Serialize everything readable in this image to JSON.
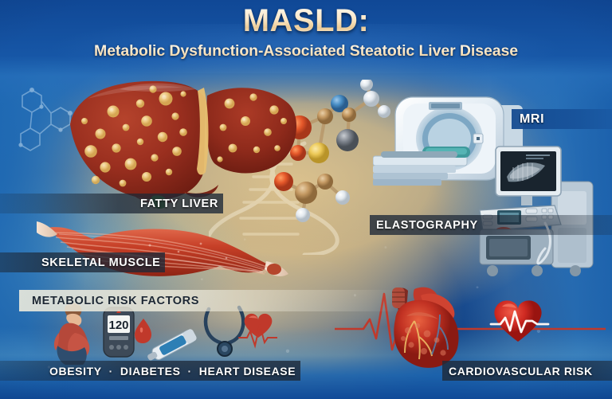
{
  "poster": {
    "title_main": "MASLD:",
    "title_sub": "Metabolic Dysfunction-Associated Steatotic Liver Disease",
    "accent_cream": "#FAE7C6",
    "accent_blue": "#1B5AA8",
    "accent_sand": "#E6C68A",
    "accent_red": "#C0392B"
  },
  "labels": {
    "fatty_liver": "FATTY LIVER",
    "skeletal_muscle": "SKELETAL MUSCLE",
    "metabolic_risk_factors": "METABOLIC RISK FACTORS",
    "mri": "MRI",
    "elastography": "ELASTOGRAPHY",
    "cardiovascular_risk": "CARDIOVASCULAR RISK",
    "risk_obesity": "OBESITY",
    "risk_diabetes": "DIABETES",
    "risk_heart_disease": "HEART DISEASE",
    "separator": "·"
  },
  "devices": {
    "glucose_meter_reading": "120"
  },
  "illustrations": {
    "liver": "fatty-liver-illustration",
    "muscle": "skeletal-muscle-illustration",
    "molecules": "molecular-structure-illustration",
    "dna": "dna-helix-illustration",
    "mri_scanner": "mri-scanner-illustration",
    "ultrasound": "ultrasound-elastography-machine-illustration",
    "heart": "anatomical-heart-illustration",
    "heart_symbol": "heart-symbol-illustration",
    "ecg": "ecg-waveform",
    "obesity_figure": "obese-person-illustration",
    "glucose_meter": "glucose-meter-illustration",
    "blood_drop": "blood-drop-illustration",
    "lancet": "lancet-device-illustration",
    "stethoscope": "stethoscope-illustration"
  }
}
